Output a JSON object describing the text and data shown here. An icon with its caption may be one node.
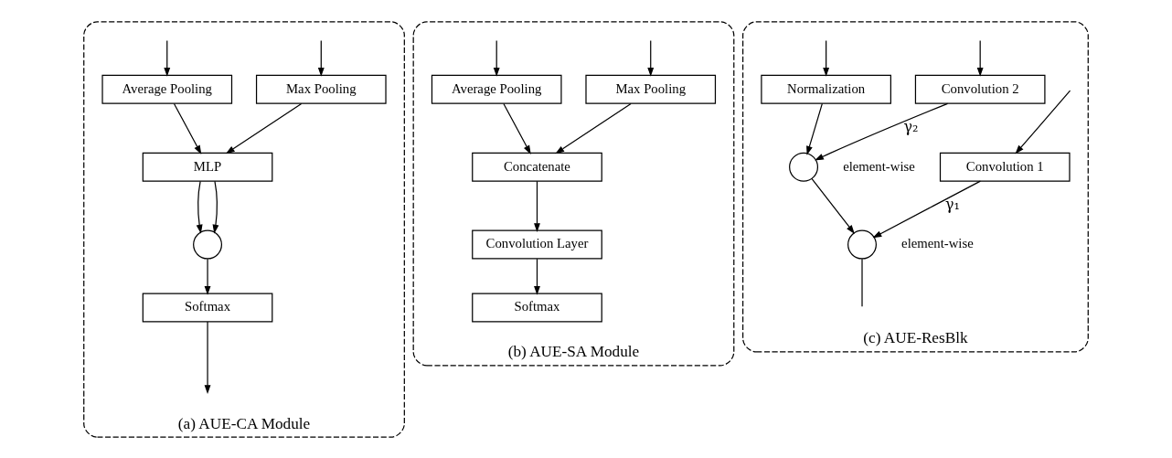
{
  "diagram": {
    "nodes": [
      {
        "text": [
          "(a) AUE-CA Module"
        ]
      },
      {
        "text": [
          "Max Pooling"
        ],
        "in": 0
      },
      {
        "text": [
          "Average Pooling"
        ],
        "in": 0
      },
      {
        "text": [
          "MLP"
        ],
        "in": 0
      },
      {
        "text": [],
        "shape": "circle",
        "in": 0
      },
      {
        "text": [
          "Softmax"
        ],
        "in": 0
      },
      {
        "text": [
          "(b) AUE-SA Module"
        ]
      },
      {
        "text": [
          "Max Pooling"
        ],
        "in": 6
      },
      {
        "text": [
          "Average Pooling"
        ],
        "in": 6
      },
      {
        "text": [
          "Concatenate"
        ],
        "in": 6
      },
      {
        "text": [
          "Convolution Layer"
        ],
        "in": 6
      },
      {
        "text": [
          "Softmax"
        ],
        "in": 6
      },
      {
        "text": [
          "(c) AUE-ResBlk"
        ]
      },
      {
        "text": [
          "Convolution 1"
        ],
        "in": 12
      },
      {
        "text": [
          "Convolution 2"
        ],
        "in": 12
      },
      {
        "text": [],
        "shape": "circle",
        "in": 12,
        "beside": [
          "element-wise"
        ]
      },
      {
        "text": [],
        "shape": "circle",
        "in": 12,
        "beside": [
          "element-wise"
        ]
      },
      {
        "text": [
          "Normalization"
        ],
        "in": 12
      }
    ],
    "edges": [
      {
        "from": null,
        "to": 1,
        "arrow": "to"
      },
      {
        "from": null,
        "to": 2,
        "arrow": "to"
      },
      {
        "from": 1,
        "to": 3,
        "arrow": "to"
      },
      {
        "from": 2,
        "to": 3,
        "arrow": "to"
      },
      {
        "from": 3,
        "to": 4,
        "arrow": "to"
      },
      {
        "from": 3,
        "to": 4,
        "arrow": "to"
      },
      {
        "from": 4,
        "to": 5,
        "arrow": "to"
      },
      {
        "from": 5,
        "to": null,
        "arrow": "to"
      },
      {
        "from": null,
        "to": 7,
        "arrow": "to"
      },
      {
        "from": null,
        "to": 8,
        "arrow": "to"
      },
      {
        "from": 7,
        "to": 9,
        "arrow": "to"
      },
      {
        "from": 8,
        "to": 9,
        "arrow": "to"
      },
      {
        "from": 9,
        "to": 10,
        "arrow": "to"
      },
      {
        "from": 10,
        "to": 11,
        "arrow": "to"
      },
      {
        "from": null,
        "to": 13,
        "arrow": "to"
      },
      {
        "from": null,
        "to": 14,
        "arrow": "to"
      },
      {
        "from": 13,
        "to": 15,
        "arrow": "to",
        "label": "γ₁"
      },
      {
        "from": 14,
        "to": 16,
        "arrow": "to",
        "label": "γ₂"
      },
      {
        "from": 17,
        "to": 16,
        "arrow": "to"
      },
      {
        "from": 16,
        "to": 15,
        "arrow": "to"
      },
      {
        "from": 15,
        "to": null,
        "arrow": "none"
      },
      {
        "from": null,
        "to": 17,
        "arrow": "to"
      }
    ]
  }
}
